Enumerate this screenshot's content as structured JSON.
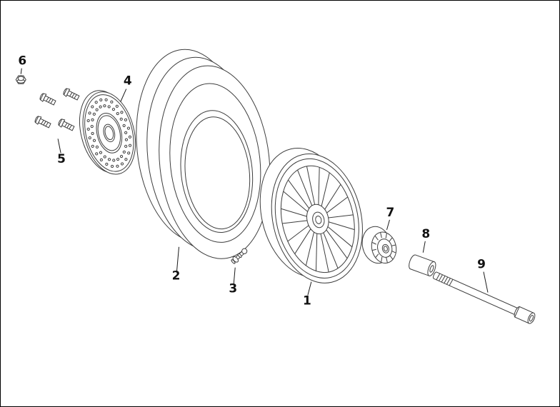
{
  "canvas": {
    "background": "#ffffff",
    "border_color": "#000000",
    "line_color": "#3d3d3d",
    "label_color": "#111111"
  },
  "diagram": {
    "type": "exploded-parts-diagram",
    "subject": "wheel-assembly",
    "callouts": [
      {
        "number": "1",
        "part": "alloy-wheel-rim"
      },
      {
        "number": "2",
        "part": "tire"
      },
      {
        "number": "3",
        "part": "valve-stem"
      },
      {
        "number": "4",
        "part": "brake-disc-rotor"
      },
      {
        "number": "5",
        "part": "disc-mounting-bolts"
      },
      {
        "number": "6",
        "part": "flange-nut"
      },
      {
        "number": "7",
        "part": "hub-bearing-drum"
      },
      {
        "number": "8",
        "part": "spacer-bushing"
      },
      {
        "number": "9",
        "part": "axle-shaft"
      }
    ]
  }
}
